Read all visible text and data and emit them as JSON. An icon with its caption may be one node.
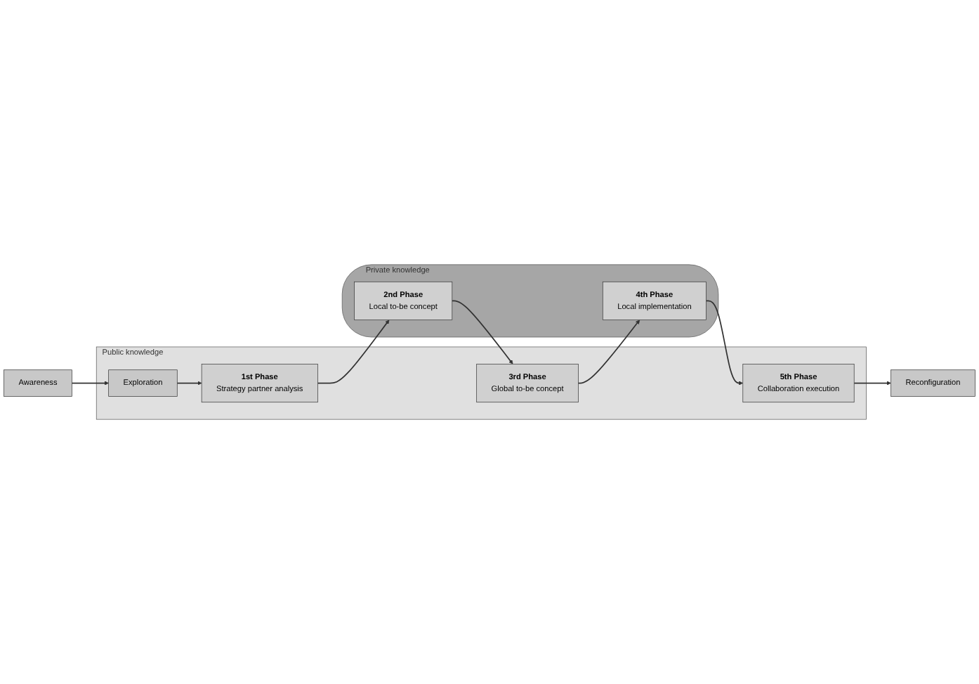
{
  "diagram": {
    "nodes": [
      {
        "text": [
          "Awareness"
        ]
      },
      {
        "text": [
          "Reconfiguration"
        ]
      },
      {
        "text": [
          "Public knowledge"
        ]
      },
      {
        "text": [
          "Exploration"
        ],
        "in": 2
      },
      {
        "text": [
          "1st Phase",
          "Strategy partner analysis"
        ],
        "in": 2
      },
      {
        "text": [
          "Private knowledge"
        ]
      },
      {
        "text": [
          "2nd Phase",
          "Local to-be concept"
        ],
        "in": 5
      },
      {
        "text": [
          "4th Phase",
          "Local implementation"
        ],
        "in": 5
      },
      {
        "text": [
          "3rd Phase",
          "Global to-be concept"
        ],
        "in": 2
      },
      {
        "text": [
          "5th Phase",
          "Collaboration execution"
        ],
        "in": 2
      }
    ],
    "edges": [
      {
        "from": 0,
        "to": 3,
        "arrow": "to"
      },
      {
        "from": 3,
        "to": 4,
        "arrow": "to"
      },
      {
        "from": 4,
        "to": 6,
        "arrow": "to"
      },
      {
        "from": 6,
        "to": 8,
        "arrow": "to"
      },
      {
        "from": 8,
        "to": 7,
        "arrow": "to"
      },
      {
        "from": 7,
        "to": 9,
        "arrow": "to"
      },
      {
        "from": 9,
        "to": 1,
        "arrow": "to"
      }
    ]
  }
}
